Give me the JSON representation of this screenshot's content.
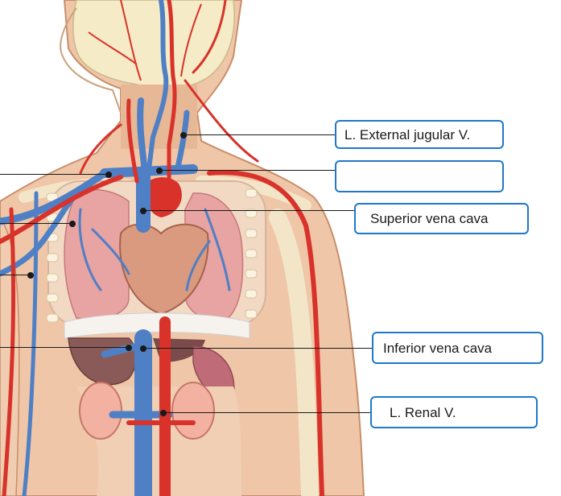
{
  "labels": [
    {
      "id": "l-external-jugular",
      "text": "L. External jugular V."
    },
    {
      "id": "blank-answer",
      "text": ""
    },
    {
      "id": "superior-vena-cava",
      "text": "Superior vena cava"
    },
    {
      "id": "inferior-vena-cava",
      "text": "Inferior vena cava"
    },
    {
      "id": "l-renal",
      "text": "L. Renal V."
    }
  ],
  "colors": {
    "label_border": "#1f78c8",
    "vein": "#4f7fc4",
    "artery": "#d8322a",
    "skin": "#efc7a8",
    "bone": "#f3e6c8",
    "lung": "#e8a3a3"
  }
}
